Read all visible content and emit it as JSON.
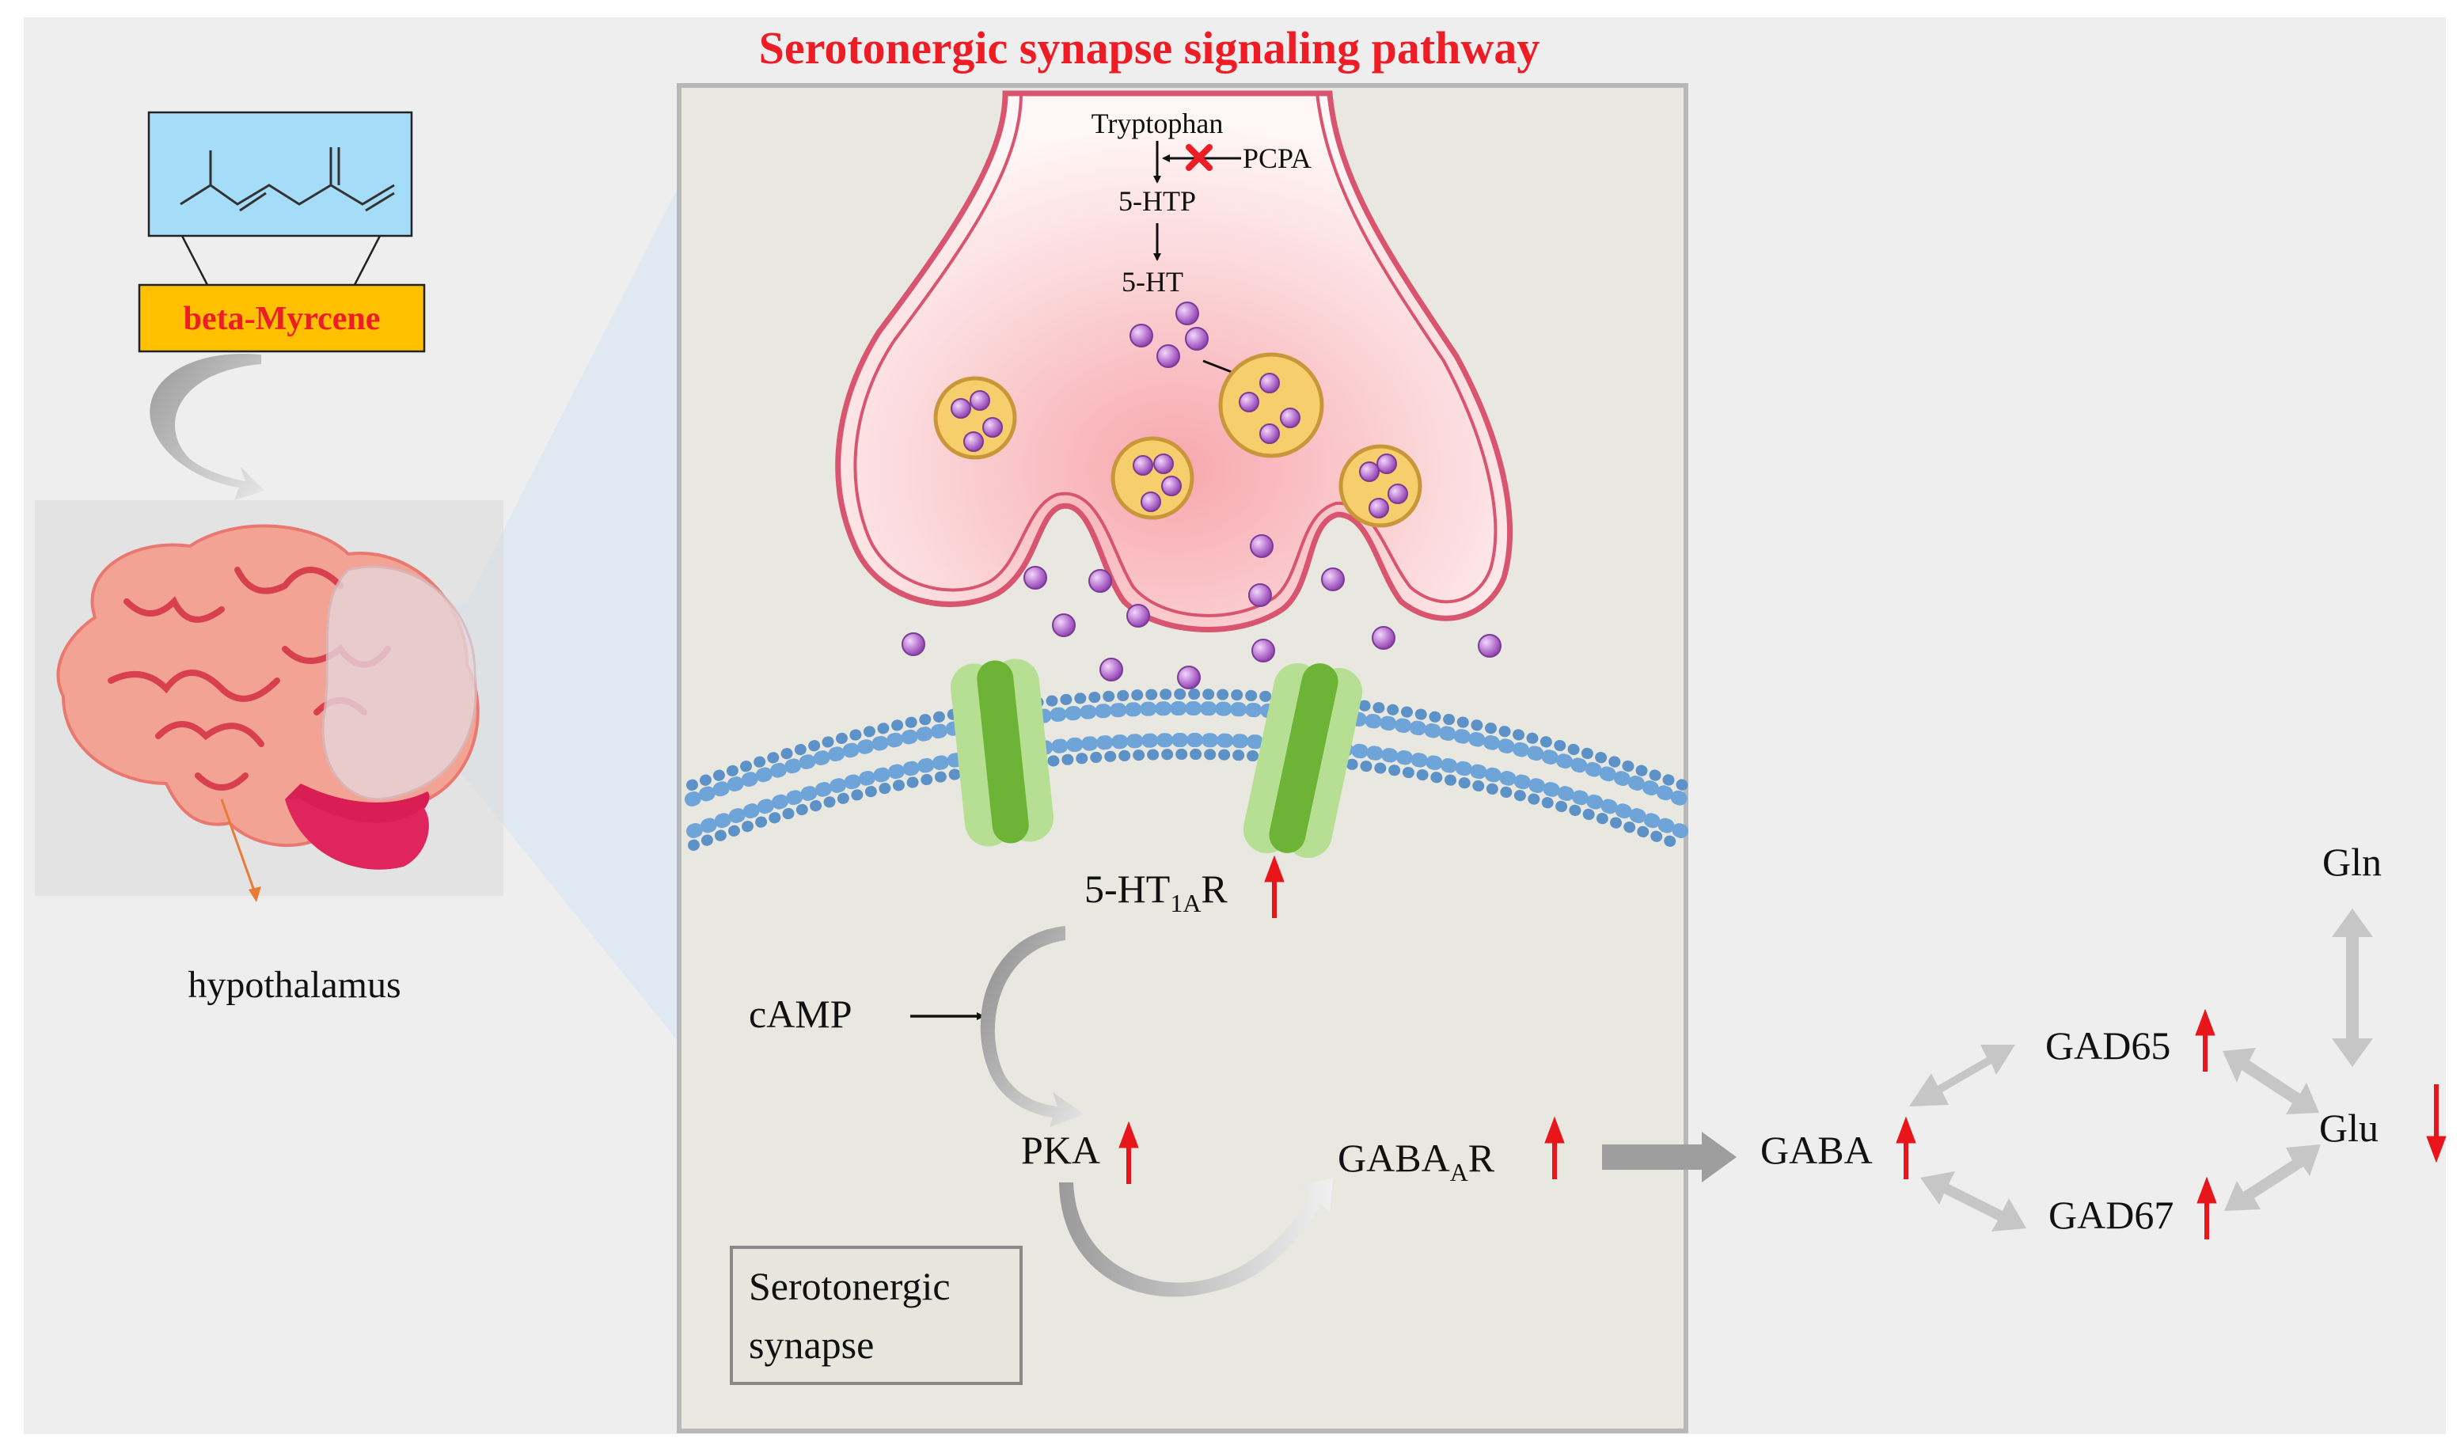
{
  "title": "Serotonergic synapse  signaling pathway",
  "compound": {
    "name": "beta-Myrcene",
    "structure_icon": "myrcene-skeletal-structure"
  },
  "brain": {
    "region_label": "hypothalamus",
    "icon": "brain-illustration"
  },
  "synapse": {
    "precursor": "Tryptophan",
    "inhibitor": "PCPA",
    "intermediate": "5-HTP",
    "transmitter": "5-HT",
    "receptor_base": "5-HT",
    "receptor_sub": "1A",
    "receptor_suffix": "R",
    "second_messenger": "cAMP",
    "kinase": "PKA",
    "gaba_receptor_base": "GABA",
    "gaba_receptor_sub": "A",
    "gaba_receptor_suffix": "R",
    "box_label_line1": "Serotonergic",
    "box_label_line2": "synapse"
  },
  "metabolism": {
    "gaba": "GABA",
    "gad65": "GAD65",
    "gad67": "GAD67",
    "glu": "Glu",
    "gln": "Gln"
  },
  "colors": {
    "title_red": "#ee1c25",
    "up_arrow": "#e8151b",
    "panel_bg": "#e8e8e0",
    "outer_bg": "#eeeeee",
    "compound_box": "#ffc000",
    "structure_box": "#a5dcf7",
    "vesicle": "#f6cf6c",
    "vesicle_dot": "#b066c8",
    "receptor": "#7cc043",
    "membrane": "#6ea4d8",
    "terminal_outline": "#d9546f"
  }
}
